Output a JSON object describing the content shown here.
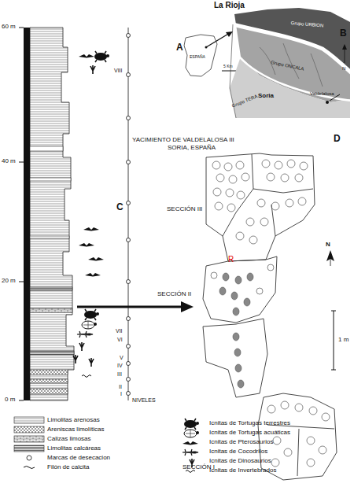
{
  "diagram": {
    "labels": [
      "La Rioja",
      "A",
      "B",
      "ESPAÑA",
      "Soria",
      "5 Km",
      "Grupo URBION",
      "Grupo ONCALA",
      "Grupo TERA",
      "Valdelalosa",
      "N",
      "60 m",
      "40 m",
      "20 m",
      "0 m",
      "YACIMIENTO DE VALDELALOSA III",
      "SORIA, ESPAÑA",
      "VIII",
      "C",
      "VII",
      "VI",
      "V",
      "IV",
      "III",
      "II",
      "I",
      "NIVELES",
      "D",
      "SECCIÓN III",
      "R",
      "SECCIÓN II",
      "N",
      "1 m",
      "SECCIÓN I"
    ],
    "legend": [
      {
        "text": "Limolitas arenosas"
      },
      {
        "text": "Areniscas limolíticas"
      },
      {
        "text": "Calizas limosas"
      },
      {
        "text": "Limolitas calcáreas"
      },
      {
        "text": "Marcas de desecacion"
      },
      {
        "text": "Filón de calcita"
      },
      {
        "text": "Icnitas de Tortugas terrestres"
      },
      {
        "text": "Icnitas de Tortugas acuáticas"
      },
      {
        "text": "Icnitas de Pterosaurios"
      },
      {
        "text": "Icnitas de Cocodrilos"
      },
      {
        "text": "Icnitas de Dinosaurios"
      },
      {
        "text": "Icnitas de Invertebrados"
      }
    ]
  }
}
